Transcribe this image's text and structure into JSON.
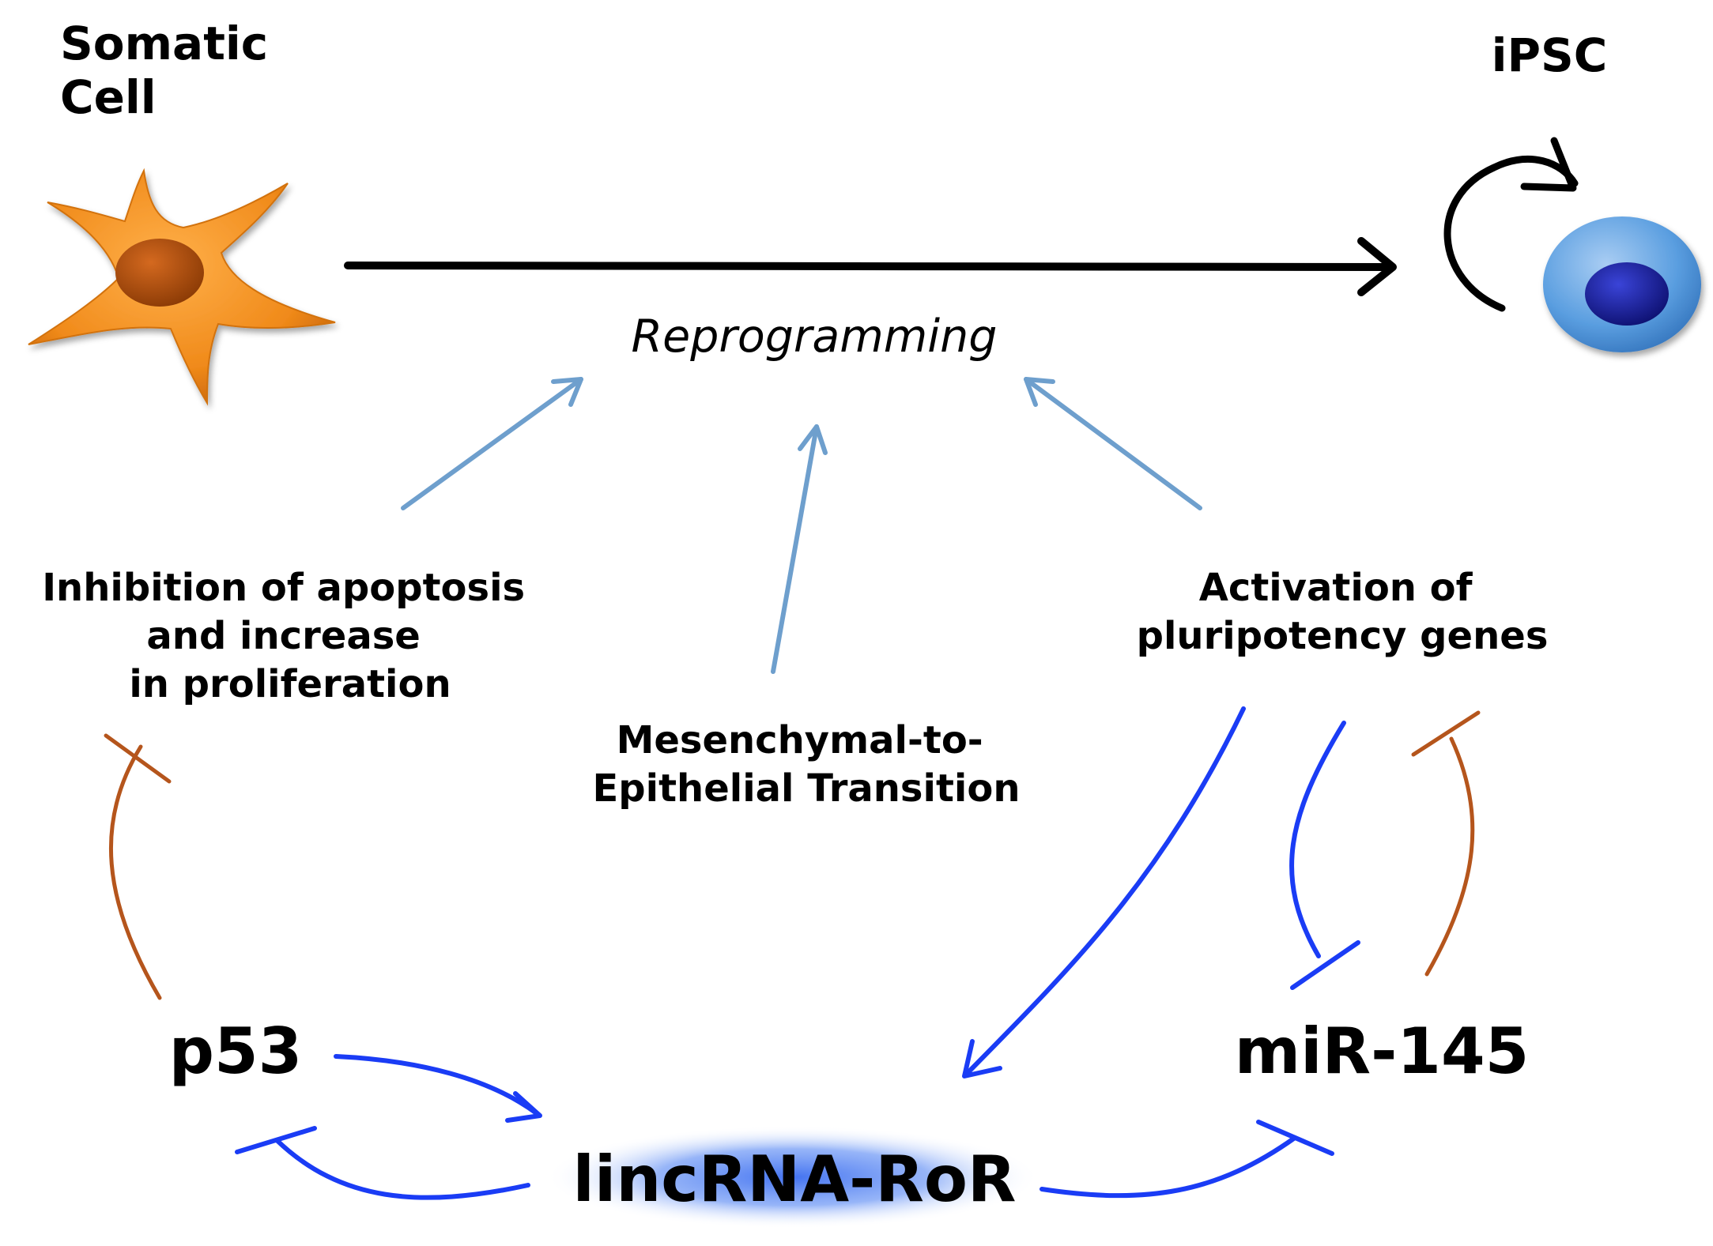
{
  "labels": {
    "somatic_cell_line1": "Somatic",
    "somatic_cell_line2": "Cell",
    "ipsc": "iPSC",
    "reprogramming": "Reprogramming",
    "apoptosis_line1": "Inhibition of apoptosis",
    "apoptosis_line2": "and increase",
    "apoptosis_line3": "in proliferation",
    "met_line1": "Mesenchymal-to-",
    "met_line2": "Epithelial Transition",
    "pluri_line1": "Activation of",
    "pluri_line2": "pluripotency genes",
    "p53": "p53",
    "mir145": "miR-145",
    "lincrna": "lincRNA-RoR"
  },
  "colors": {
    "reprogramming_arrow": "#000000",
    "activation_arrow": "#6e9fcd",
    "regulatory_blue": "#1a3cf5",
    "inhibition_brown": "#b5551c",
    "somatic_cell": "#f08a1a",
    "somatic_nucleus": "#a94a0a",
    "ipsc_cell": "#5a9ee0",
    "ipsc_nucleus": "#1a1f9e",
    "lincrna_highlight": "#3a6cf0"
  }
}
